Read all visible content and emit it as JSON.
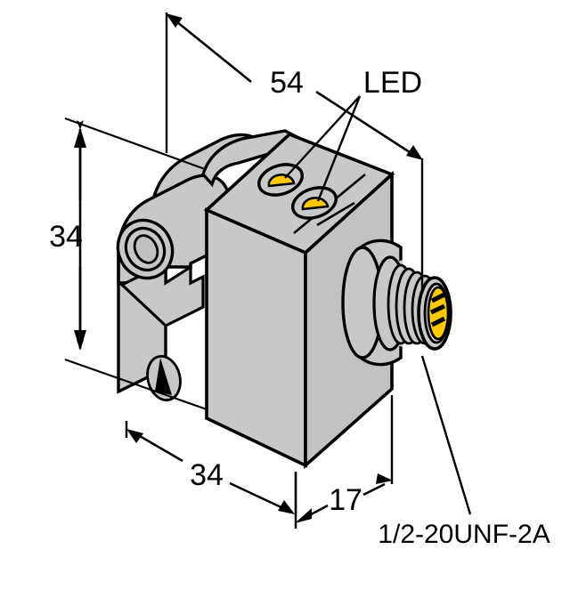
{
  "drawing": {
    "type": "technical-isometric-drawing",
    "subject": "inductive-sensor-block-with-m12-connector",
    "background_color": "#FFFFFF",
    "body_color": "#C8C8C8",
    "body_shade_color": "#BDBDBD",
    "outline_color": "#000000",
    "connector_color": "#FFC800",
    "led_color": "#FFC800"
  },
  "dimensions": {
    "height": {
      "value": "34",
      "unit": "mm",
      "orientation": "vertical",
      "position": "left"
    },
    "depth": {
      "value": "54",
      "unit": "mm",
      "orientation": "diagonal",
      "position": "top"
    },
    "width": {
      "value": "34",
      "unit": "mm",
      "orientation": "diagonal",
      "position": "bottom-left"
    },
    "thickness": {
      "value": "17",
      "unit": "mm",
      "orientation": "diagonal",
      "position": "bottom-right"
    }
  },
  "annotations": {
    "led": {
      "label": "LED",
      "count": 2,
      "description": "two LED indicators on top face"
    },
    "thread": {
      "label": "1/2-20UNF-2A",
      "description": "connector thread specification"
    }
  },
  "features": {
    "led_indicators": [
      {
        "name": "led-indicator-1"
      },
      {
        "name": "led-indicator-2"
      }
    ],
    "mounting_hole": {
      "name": "mounting-hole"
    },
    "adjustment_screw": {
      "name": "adjustment-screw"
    },
    "connector": {
      "name": "m12-connector",
      "slot_count": 3
    }
  }
}
